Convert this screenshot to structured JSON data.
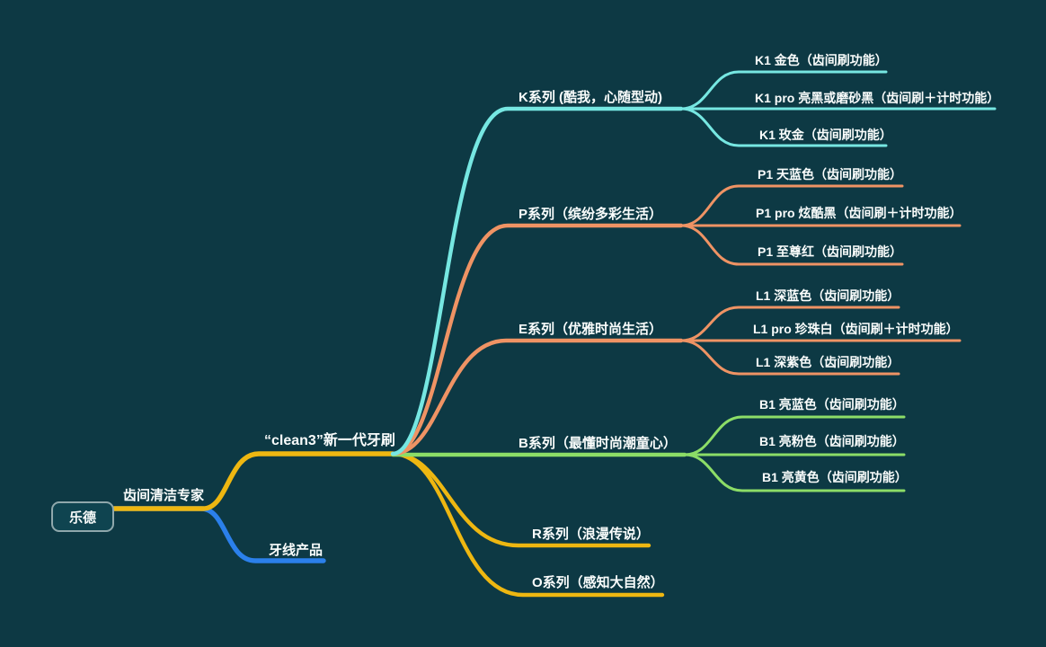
{
  "palette": {
    "background": "#0d3944",
    "gold_branch": "#eeb711",
    "blue_branch": "#2b80eb",
    "cyan_branch": "#76e7e2",
    "orange_branch": "#ef9364",
    "green_branch": "#8cdd67",
    "text": "#fafdfc",
    "root_border": "#8fa8ac"
  },
  "map": {
    "root": {
      "label": "乐德"
    },
    "branches": [
      {
        "label": "齿间清洁专家",
        "color": "#eeb711",
        "children": [
          {
            "label": "“clean3”新一代牙刷",
            "color": "#eeb711",
            "children": [
              {
                "label": "K系列 (酷我，心随型动)",
                "color": "#76e7e2",
                "children": [
                  {
                    "label": "K1 金色（齿间刷功能）"
                  },
                  {
                    "label": "K1 pro 亮黑或磨砂黑（齿间刷＋计时功能）"
                  },
                  {
                    "label": "K1 玫金（齿间刷功能）"
                  }
                ]
              },
              {
                "label": "P系列（缤纷多彩生活）",
                "color": "#ef9364",
                "children": [
                  {
                    "label": "P1 天蓝色（齿间刷功能）"
                  },
                  {
                    "label": "P1 pro 炫酷黑（齿间刷＋计时功能）"
                  },
                  {
                    "label": "P1 至尊红（齿间刷功能）"
                  }
                ]
              },
              {
                "label": "E系列（优雅时尚生活）",
                "color": "#ef9364",
                "children": [
                  {
                    "label": "L1 深蓝色（齿间刷功能）"
                  },
                  {
                    "label": "L1 pro 珍珠白（齿间刷＋计时功能）"
                  },
                  {
                    "label": "L1 深紫色（齿间刷功能）"
                  }
                ]
              },
              {
                "label": "B系列（最懂时尚潮童心）",
                "color": "#8cdd67",
                "children": [
                  {
                    "label": "B1 亮蓝色（齿间刷功能）"
                  },
                  {
                    "label": "B1 亮粉色（齿间刷功能）"
                  },
                  {
                    "label": "B1 亮黄色（齿间刷功能）"
                  }
                ]
              },
              {
                "label": "R系列（浪漫传说）",
                "color": "#eeb711",
                "children": []
              },
              {
                "label": "O系列（感知大自然）",
                "color": "#eeb711",
                "children": []
              }
            ]
          }
        ]
      },
      {
        "label": "牙线产品",
        "color": "#2b80eb",
        "children": []
      }
    ]
  }
}
